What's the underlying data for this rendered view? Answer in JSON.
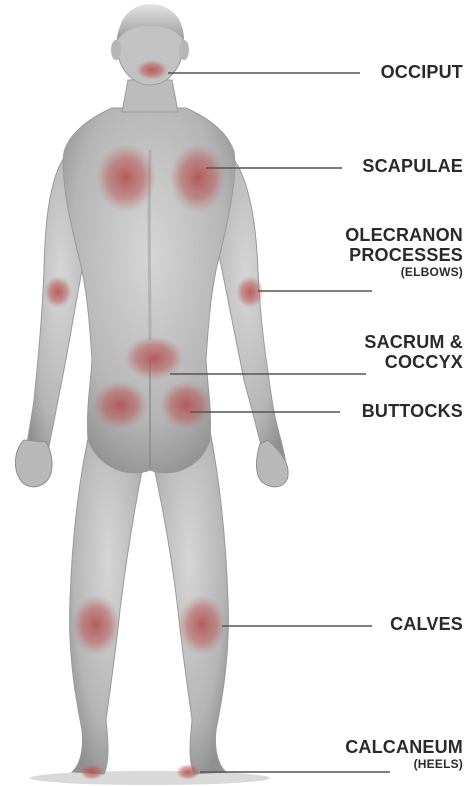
{
  "labels": {
    "occiput": "OCCIPUT",
    "scapulae": "SCAPULAE",
    "olecranon_line1": "OLECRANON",
    "olecranon_line2": "PROCESSES",
    "olecranon_note": "(ELBOWS)",
    "sacrum_line1": "SACRUM &",
    "sacrum_line2": "COCCYX",
    "buttocks": "BUTTOCKS",
    "calves": "CALVES",
    "calcaneum": "CALCANEUM",
    "calcaneum_note": "(HEELS)"
  },
  "colors": {
    "skin": "#bdbdbd",
    "skin_shadow": "#8e8e8e",
    "pressure_area": "#b24a4a",
    "leader_line": "#555555",
    "label_text": "#2a2a2a"
  }
}
